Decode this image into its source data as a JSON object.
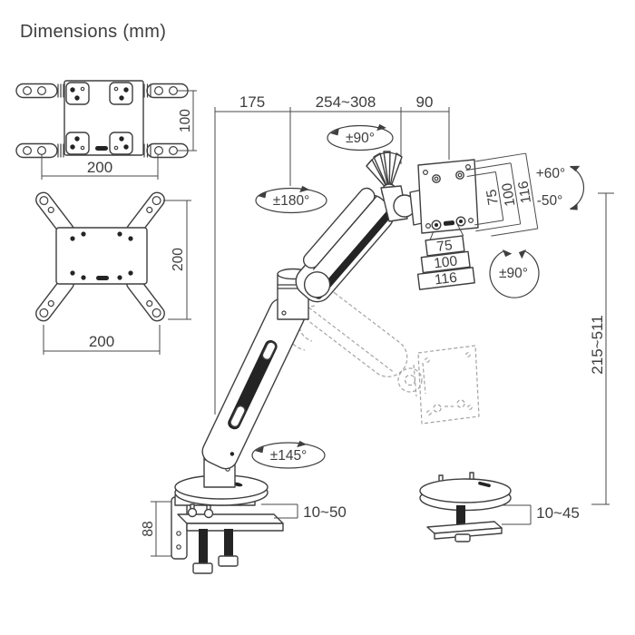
{
  "title": "Dimensions (mm)",
  "colors": {
    "line": "#3f3f3f",
    "dark_fill": "#242424",
    "ghost": "#a3a3a3",
    "text": "#3d3d3d",
    "background": "#ffffff"
  },
  "top_dimensions": {
    "arm_rear": "175",
    "arm_reach": "254~308",
    "head_offset": "90"
  },
  "vesa_plate_horizontal": {
    "height": "100",
    "width": "200"
  },
  "vesa_plate_cross": {
    "height": "200",
    "width": "200"
  },
  "rotations": {
    "head_swivel": "±90°",
    "arm_swivel": "±180°",
    "base_swivel": "±145°",
    "screen_rotation": "±90°",
    "tilt_up": "+60°",
    "tilt_down": "-50°"
  },
  "vesa_mount": {
    "vertical": [
      "75",
      "100",
      "116"
    ],
    "horizontal": [
      "75",
      "100",
      "116"
    ]
  },
  "height_range": "215~511",
  "clamp_mount": {
    "bracket_height": "88",
    "desk_thickness": "10~50"
  },
  "grommet_mount": {
    "desk_thickness": "10~45"
  },
  "icons": {
    "rotation_arrows": "elliptical-rotation-arrow-icon",
    "tilt_arrows": "tilt-arc-arrow-icon"
  }
}
